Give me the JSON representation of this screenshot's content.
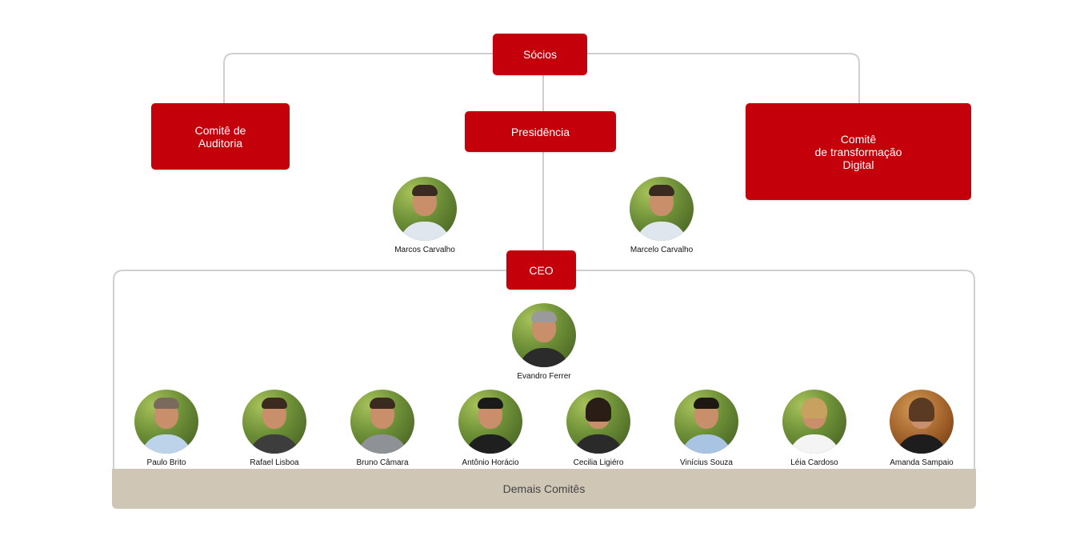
{
  "colors": {
    "accent": "#c4000b",
    "connector": "#cfcfcf",
    "footer_bg": "#cfc6b5"
  },
  "boxes": {
    "socios": "Sócios",
    "comite_auditoria": [
      "Comitê de",
      "Auditoria"
    ],
    "presidencia": "Presidência",
    "comite_transformacao": [
      "Comitê",
      "de transformação",
      "Digital"
    ],
    "ceo": "CEO"
  },
  "presidencia_people": [
    {
      "name": "Marcos Carvalho",
      "icon": "person-photo-icon"
    },
    {
      "name": "Marcelo Carvalho",
      "icon": "person-photo-icon"
    }
  ],
  "ceo_person": {
    "name": "Evandro Ferrer",
    "icon": "person-photo-icon"
  },
  "team": [
    {
      "name": "Paulo Brito"
    },
    {
      "name": "Rafael Lisboa"
    },
    {
      "name": "Bruno Câmara"
    },
    {
      "name": "Antônio Horácio"
    },
    {
      "name": "Cecilia Ligiéro"
    },
    {
      "name": "Vinícius Souza"
    },
    {
      "name": "Léia Cardoso"
    },
    {
      "name": "Amanda Sampaio"
    }
  ],
  "footer": {
    "label": "Demais Comitês"
  }
}
